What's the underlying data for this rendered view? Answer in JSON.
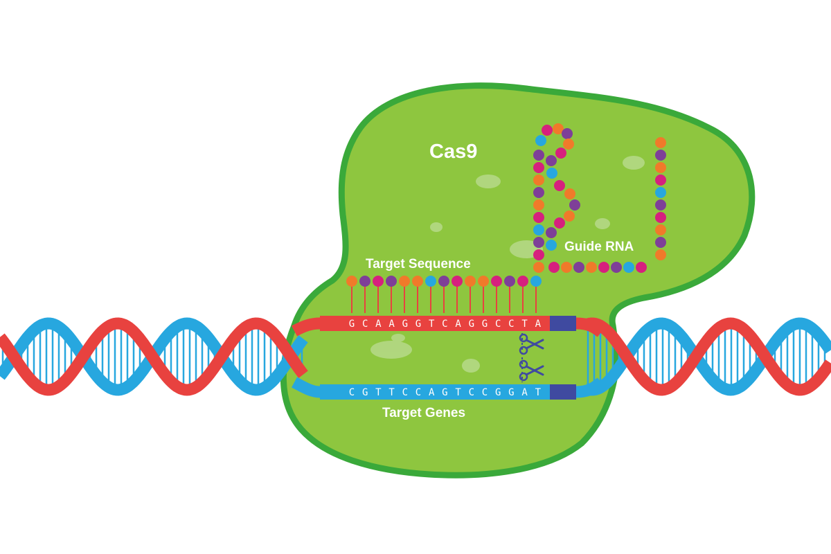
{
  "labels": {
    "protein": "Cas9",
    "guide_rna": "Guide RNA",
    "target_sequence": "Target Sequence",
    "target_genes": "Target Genes"
  },
  "sequences": {
    "top_strand": [
      "G",
      "C",
      "A",
      "A",
      "G",
      "G",
      "T",
      "C",
      "A",
      "G",
      "G",
      "C",
      "C",
      "T",
      "A"
    ],
    "bottom_strand": [
      "C",
      "G",
      "T",
      "T",
      "C",
      "C",
      "A",
      "G",
      "T",
      "C",
      "C",
      "G",
      "G",
      "A",
      "T"
    ]
  },
  "colors": {
    "protein_fill": "#8ec63f",
    "protein_outline": "#3aa93a",
    "protein_spots": "#b6d98a",
    "strand_red": "#e8423f",
    "strand_blue": "#27a7df",
    "pam_block": "#3f4aa0",
    "bead_orange": "#f07a2a",
    "bead_magenta": "#d6207e",
    "bead_purple": "#7e3f98",
    "bead_blue": "#27a7df",
    "rung_stem": "#e8423f"
  },
  "icons": {
    "cut_top": "scissors-icon",
    "cut_bottom": "scissors-icon"
  }
}
